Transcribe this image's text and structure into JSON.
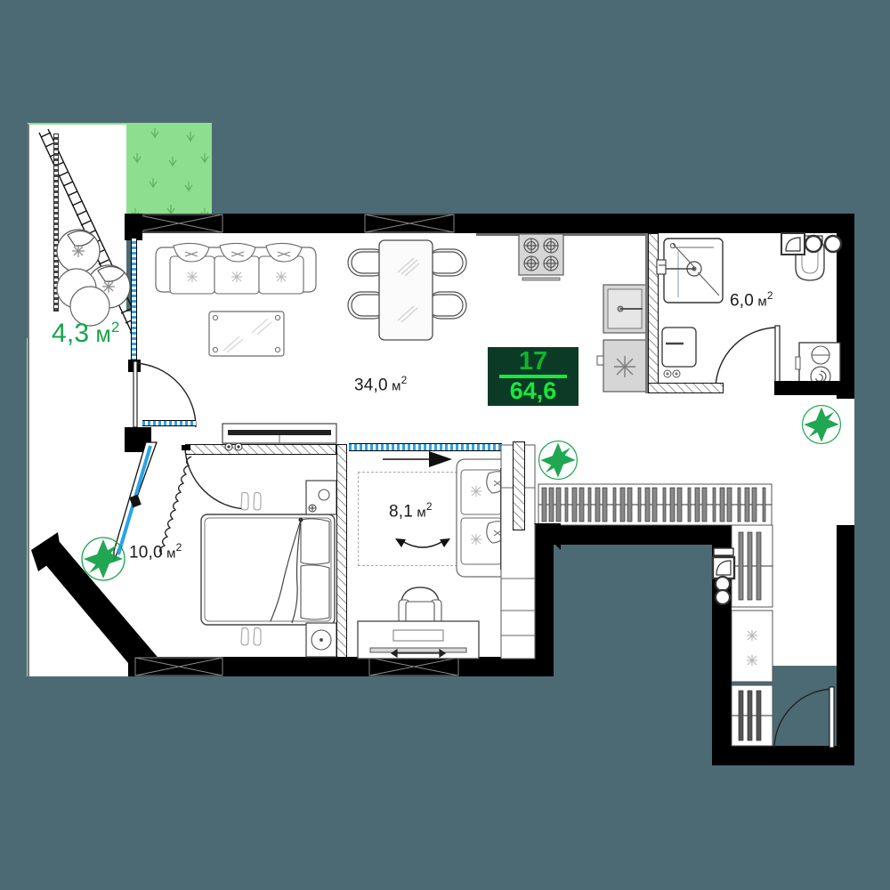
{
  "plan": {
    "title": "Apartment floor plan",
    "background_color": "#4c6a74",
    "wall_color": "#000000",
    "accent_green": "#16a34a",
    "badge_bg": "#0b3b27",
    "badge_text": "#17e83a",
    "lawn_color": "#8ede8f",
    "glazing_color": "#2aa3e8"
  },
  "badge": {
    "apartment_number": "17",
    "total_area": "64,6"
  },
  "rooms": [
    {
      "id": "balcony",
      "name": "balcony",
      "area": "4,3",
      "unit": "м",
      "sup": "2",
      "color": "green"
    },
    {
      "id": "living",
      "name": "living-kitchen",
      "area": "34,0",
      "unit": "м",
      "sup": "2",
      "color": "black"
    },
    {
      "id": "bathroom",
      "name": "bathroom",
      "area": "6,0",
      "unit": "м",
      "sup": "2",
      "color": "black"
    },
    {
      "id": "bedroom",
      "name": "bedroom",
      "area": "10,0",
      "unit": "м",
      "sup": "2",
      "color": "black"
    },
    {
      "id": "study",
      "name": "study",
      "area": "8,1",
      "unit": "м",
      "sup": "2",
      "color": "black"
    }
  ],
  "fixtures": {
    "sofa": "sofa-3-seat",
    "coffee_table": "glass-coffee-table",
    "dining_table": "dining-table",
    "dining_chairs": "4",
    "cooktop": "4-burner-cooktop",
    "dishwasher": "dishwasher",
    "fridge": "refrigerator",
    "shower": "shower-cabin",
    "sink": "washbasin",
    "toilet": "toilet",
    "washing_machine": "washing-machine",
    "bed": "double-bed",
    "nightstands": "2",
    "wardrobe": "wardrobe",
    "desk": "desk-with-chair",
    "study_sofa": "study-sofa",
    "rug": "rug-area",
    "planters": "4"
  }
}
